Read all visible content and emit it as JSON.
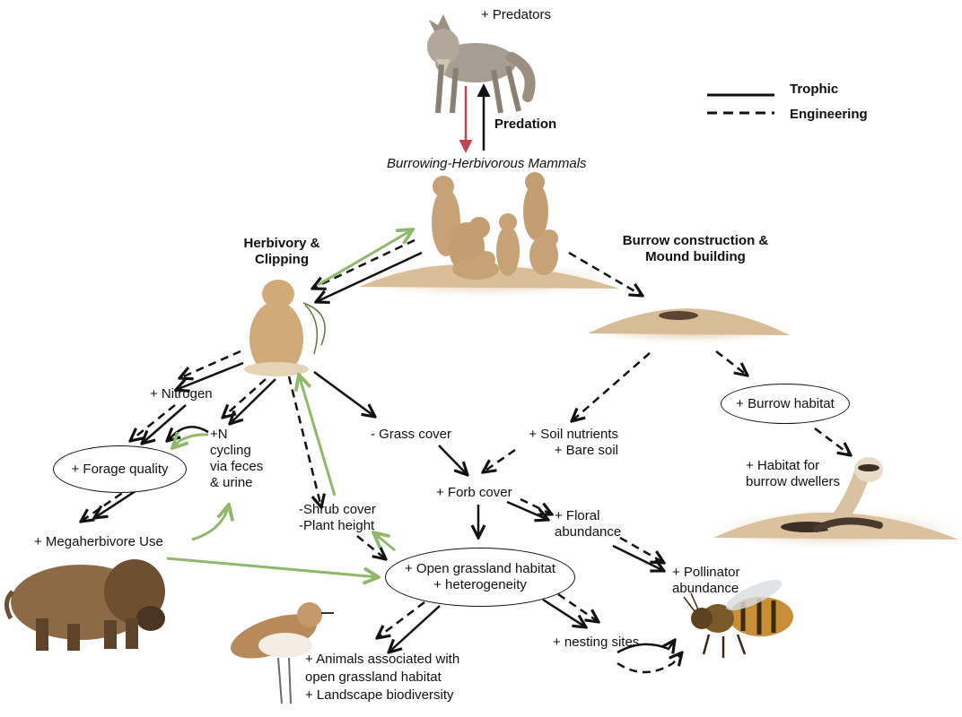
{
  "legend": {
    "trophic": "Trophic",
    "engineering": "Engineering"
  },
  "nodes": {
    "predators": "+ Predators",
    "predation": "Predation",
    "mammals": "Burrowing-Herbivorous Mammals",
    "herbivory": [
      "Herbivory &",
      "Clipping"
    ],
    "burrow_construction": [
      "Burrow construction &",
      "Mound building"
    ],
    "nitrogen": "+ Nitrogen",
    "n_cycling": [
      "+N",
      "cycling",
      "via feces",
      "& urine"
    ],
    "forage_quality": "+ Forage quality",
    "megaherbivore": "+ Megaherbivore Use",
    "grass_cover": "- Grass cover",
    "soil": [
      "+ Soil nutrients",
      "+ Bare soil"
    ],
    "burrow_habitat": "+ Burrow habitat",
    "burrow_dwellers": [
      "+ Habitat for",
      "burrow dwellers"
    ],
    "forb_cover": "+ Forb cover",
    "floral": [
      "+ Floral",
      "abundance"
    ],
    "shrub": [
      "-Shrub cover",
      "-Plant height"
    ],
    "open_grassland": [
      "+ Open grassland habitat",
      "+ heterogeneity"
    ],
    "pollinator": [
      "+ Pollinator",
      "abundance"
    ],
    "nesting": "+ nesting sites",
    "animals": [
      "+ Animals associated with",
      "open grassland habitat",
      "+ Landscape biodiversity"
    ]
  },
  "colors": {
    "arrow": "#111111",
    "feedback": "#8fb86a",
    "predation_down": "#c0474f",
    "soil_fill": "#dcc4a4"
  },
  "icons": {
    "coyote": "coyote-illustration",
    "prairie_dog_group": "prairie-dog-group-illustration",
    "prairie_dog": "prairie-dog-eating-illustration",
    "mound": "burrow-mound-illustration",
    "ferret": "ferret-illustration",
    "bison": "bison-illustration",
    "plover": "plover-bird-illustration",
    "bee": "honeybee-illustration"
  }
}
